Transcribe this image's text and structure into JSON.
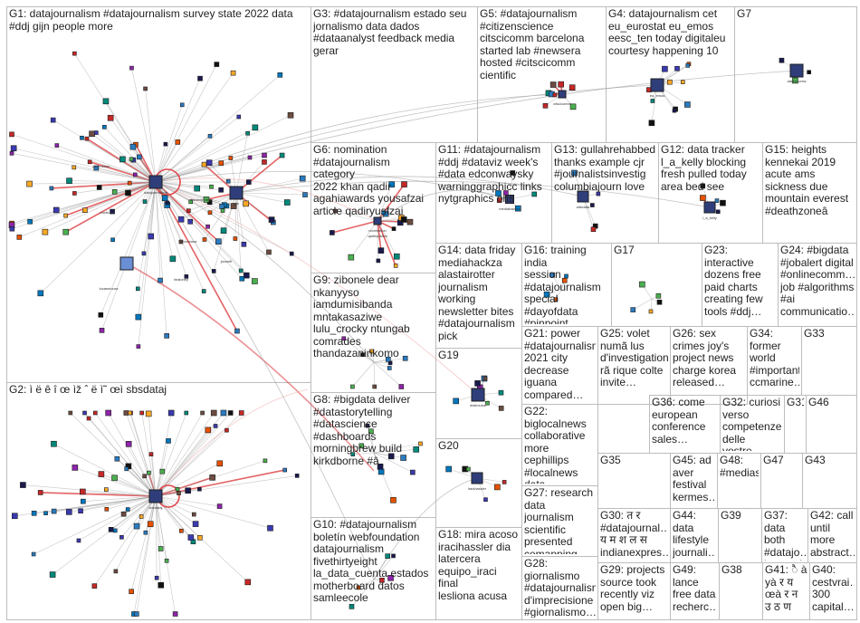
{
  "panels": [
    {
      "id": "G1",
      "label": "G1: datajournalism #datajournalism survey state 2022 data\n#ddj gijn people more"
    },
    {
      "id": "G2",
      "label": "G2: ì ë ê î œ ìž ˆ ë ì˜ œì sbsdataj"
    },
    {
      "id": "G3",
      "label": "G3: #datajournalism estado seu\njornalismo data dados\n#dataanalyst feedback media\ngerar"
    },
    {
      "id": "G5",
      "label": "G5: #datajournalism\n#citizenscience\ncitscicomm barcelona\nstarted lab #newsera\nhosted #citscicomm\ncientific"
    },
    {
      "id": "G4",
      "label": "G4: datajournalism cet\neu_eurostat eu_emos\neesc_ten today digitaleu\ncourtesy happening 10"
    },
    {
      "id": "G7",
      "label": "G7"
    },
    {
      "id": "G6",
      "label": "G6: nomination\n#datajournalism category\n2022 khan qadir\nagahiawards yousafzai\narticle qadiryusfzai"
    },
    {
      "id": "G11",
      "label": "G11: #datajournalism\n#ddj #dataviz week's\n#data edconwaysky\nwarninggraphicc links\nnytgraphics ons"
    },
    {
      "id": "G13",
      "label": "G13: gullahrehabbed\nthanks example cjr\n#journalistsinvestig\ncolumbiajourn love"
    },
    {
      "id": "G12",
      "label": "G12: data tracker\nl_a_kelly blocking\nfresh pulled today\narea bed see"
    },
    {
      "id": "G15",
      "label": "G15: heights\nkennekai 2019\nacute ams\nsickness due\nmountain everest\n#deathzoneâ"
    },
    {
      "id": "G14",
      "label": "G14: data friday\nmediahackza\nalastairotter\njournalism\nworking\nnewsletter bites\n#datajournalism\npick"
    },
    {
      "id": "G16",
      "label": "G16: training india\nsession\n#datajournalism\nspecial\n#dayofdata\n#pinpoint…"
    },
    {
      "id": "G17",
      "label": "G17"
    },
    {
      "id": "G23",
      "label": "G23:\ninteractive\ndozens free\npaid charts\ncreating few\ntools #ddj…"
    },
    {
      "id": "G24",
      "label": "G24: #bigdata\n#jobalert digital\n#onlinecomm…\njob #algorithms\n#ai\ncommunicatio…"
    },
    {
      "id": "G9",
      "label": "G9: zibonele dear\nnkanyyso\niamdumisibanda\nmntakasaziwe\nlulu_crocky ntungab\ncomrades\nthandazaninkomo"
    },
    {
      "id": "G21",
      "label": "G21: power\n#datajournalism\n2021 city\ndecrease\niguana\ncompared…"
    },
    {
      "id": "G25",
      "label": "G25: volet\nnumã lus\nd'investigation\nrã rique colte\ninvite…"
    },
    {
      "id": "G26",
      "label": "G26: sex\ncrimes joy's\nproject news\ncharge korea\nreleased…"
    },
    {
      "id": "G34",
      "label": "G34:\nformer\nworld\n#important\nccmarine…"
    },
    {
      "id": "G33",
      "label": "G33"
    },
    {
      "id": "G19",
      "label": "G19"
    },
    {
      "id": "G8",
      "label": "G8: #bigdata deliver\n#datastorytelling\n#datascience\n#dashboards\nmorningbrew build\nkirkdborne #â"
    },
    {
      "id": "G22",
      "label": "G22:\nbiglocalnews\ncollaborative\nmore cephillips\n#localnews data\naccessible…"
    },
    {
      "id": "G36",
      "label": "G36: come\neuropean\nconference\nsales…"
    },
    {
      "id": "G32",
      "label": "G32: curiosi\nverso\ncompetenze\ndelle vostre…"
    },
    {
      "id": "G31",
      "label": "G31"
    },
    {
      "id": "G46",
      "label": "G46"
    },
    {
      "id": "G20",
      "label": "G20"
    },
    {
      "id": "G35",
      "label": "G35"
    },
    {
      "id": "G45",
      "label": "G45: ad\naver\nfestival\nkermes…"
    },
    {
      "id": "G48",
      "label": "G48:\n#medias"
    },
    {
      "id": "G47",
      "label": "G47"
    },
    {
      "id": "G43",
      "label": "G43"
    },
    {
      "id": "G27",
      "label": "G27: research\ndata journalism\nscientific\npresented\ncemapping…"
    },
    {
      "id": "G10",
      "label": "G10: #datajournalism\nboletín webfoundation\ndatajournalism\nfivethirtyeight\nla_data_cuenta estados\nmotherboard datos\nsamleecole"
    },
    {
      "id": "G30",
      "label": "G30: त र\n#datajournal…\nय म श ल स\nindianexpres…"
    },
    {
      "id": "G44",
      "label": "G44:\ndata\nlifestyle\njournali…"
    },
    {
      "id": "G39",
      "label": "G39"
    },
    {
      "id": "G37",
      "label": "G37:\ndata both\n#datajo…\ninteracti…"
    },
    {
      "id": "G42",
      "label": "G42: call\nuntil\nmore\nabstract…"
    },
    {
      "id": "G18",
      "label": "G18: mira acoso\niracihassler dia\nlatercera\nequipo_iraci final\nlesliona acusa"
    },
    {
      "id": "G28",
      "label": "G28:\ngiornalismo\n#datajournalism\nd'imprecisione\n#giornalismo…"
    },
    {
      "id": "G29",
      "label": "G29: projects\nsource took\nrecently viz\nopen big…"
    },
    {
      "id": "G49",
      "label": "G49:\nlance\nfree data\nrecherc…"
    },
    {
      "id": "G38",
      "label": "G38"
    },
    {
      "id": "G41",
      "label": "G41: ै à\nyà र य\nœà र न\nउ ठ ण"
    },
    {
      "id": "G40",
      "label": "G40:\ncestvrai…\n300\ncapital…"
    }
  ],
  "node_labels": [
    "datajournalism",
    "gijn",
    "rmcbunk",
    "sbsdataj",
    "dataimpeding",
    "pedrokhan",
    "cyrodeana",
    "nomination",
    "lmaloney",
    "lucasmoura",
    "jrussell",
    "qadiryusfzai",
    "eu_emos",
    "l_a_kelly",
    "wikidata",
    "mediahackza",
    "elstimulus",
    "iracihassler",
    "datavizcrew",
    "citscicomm"
  ],
  "colors": {
    "panel_border": "#bdbdbd",
    "edge_gray": "#9a9a9a",
    "edge_red": "#e0484b",
    "edge_pink": "#f2a3a3",
    "node_fill": "#2f3e7a",
    "node_stroke": "#1d1d1d"
  }
}
